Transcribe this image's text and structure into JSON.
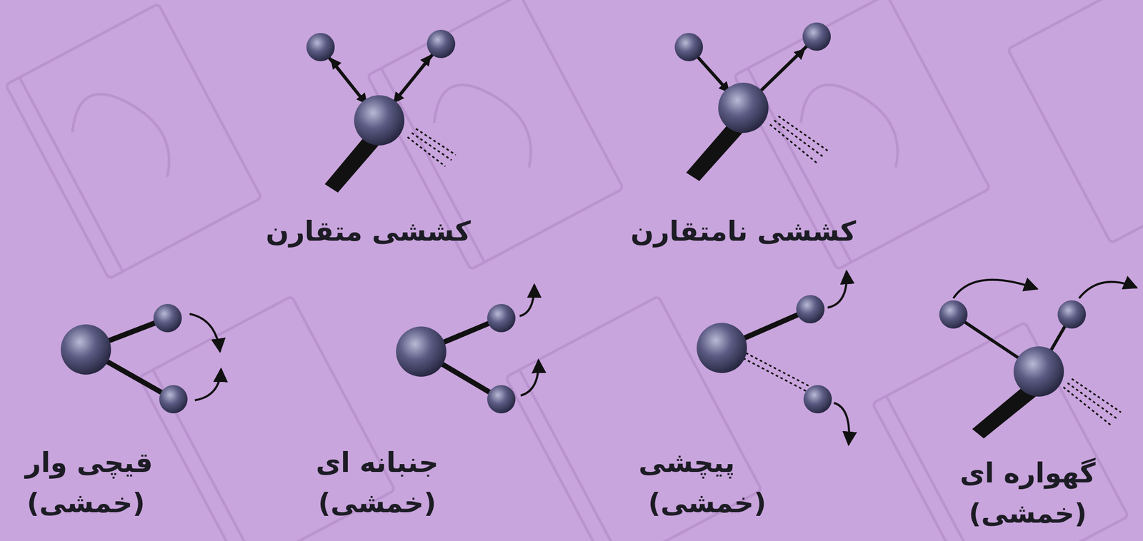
{
  "diagram": {
    "labels": [
      "کششی متقارن",
      "کششی نامتقارن",
      "قیچی وار",
      "(خمشی)",
      "جنبانه ای",
      "(خمشی)",
      "پیچشی",
      "(خمشی)",
      "گهواره ای",
      "(خمشی)"
    ]
  }
}
